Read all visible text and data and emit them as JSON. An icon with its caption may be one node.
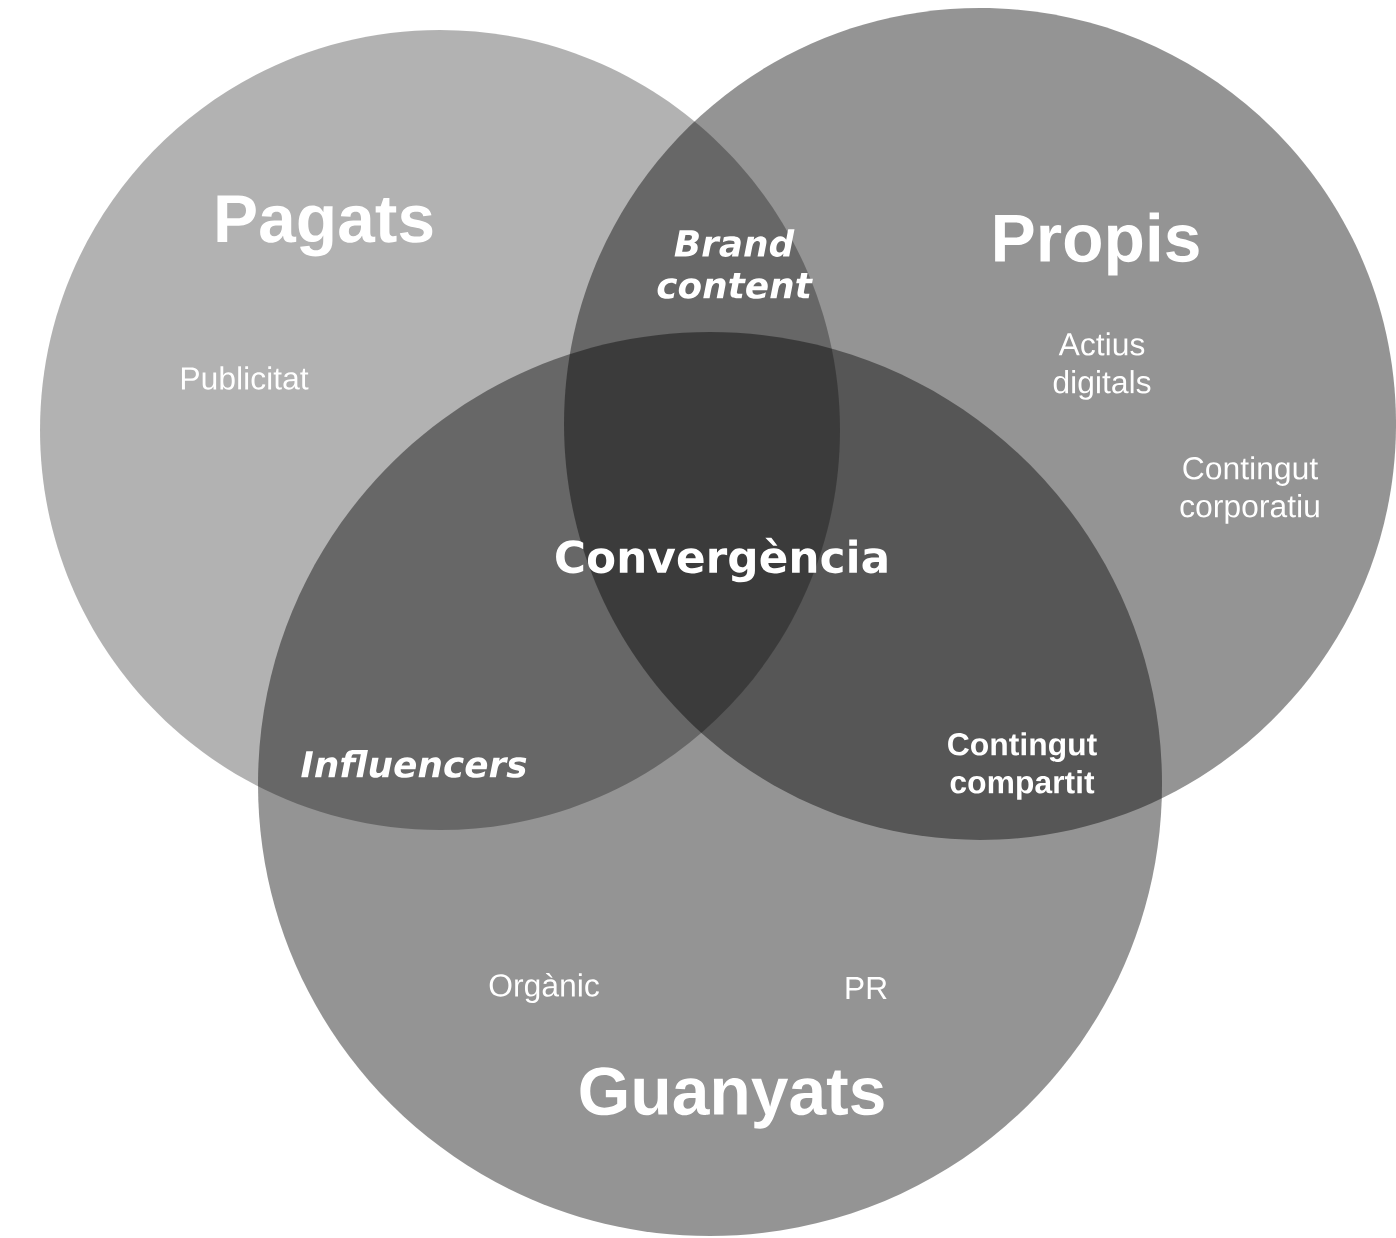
{
  "diagram": {
    "nodes": [
      {
        "text": [
          "Pagats",
          "Publicitat"
        ]
      },
      {
        "text": [
          "Propis",
          "Actius digitals",
          "Contingut corporatiu"
        ]
      },
      {
        "text": [
          "Orgànic",
          "PR",
          "Guanyats"
        ]
      }
    ],
    "labels": [
      "Brand content",
      "Convergència",
      "Influencers",
      "Contingut compartit"
    ]
  }
}
